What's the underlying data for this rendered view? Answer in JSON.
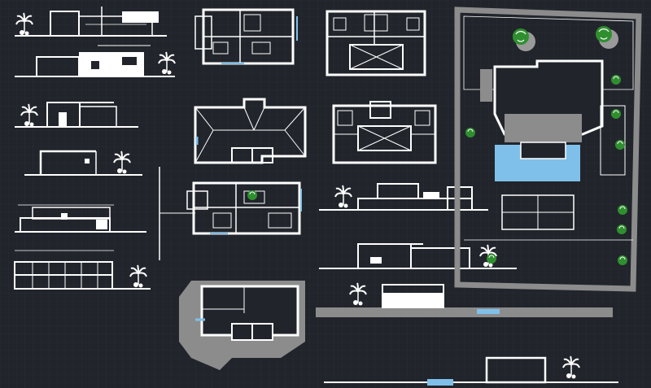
{
  "app": {
    "name": "",
    "view": "model space"
  },
  "colors": {
    "background": "#21252b",
    "grid": "#2b3038",
    "lines": "#f2f2f2",
    "hatch": "#8c8c8c",
    "water": "#7fc0ea",
    "tree": "#2f8f2f",
    "tree_shadow": "#9a9a9a"
  },
  "drawing_groups": [
    {
      "id": "elevations-left",
      "icon": "building-elevation",
      "count": 6
    },
    {
      "id": "floor-plans",
      "icon": "floor-plan",
      "count": 6
    },
    {
      "id": "site-plan",
      "icon": "site-plan",
      "has_pool": true,
      "has_tennis_court": true
    },
    {
      "id": "elevations-bottom",
      "icon": "building-elevation",
      "count": 4
    }
  ]
}
